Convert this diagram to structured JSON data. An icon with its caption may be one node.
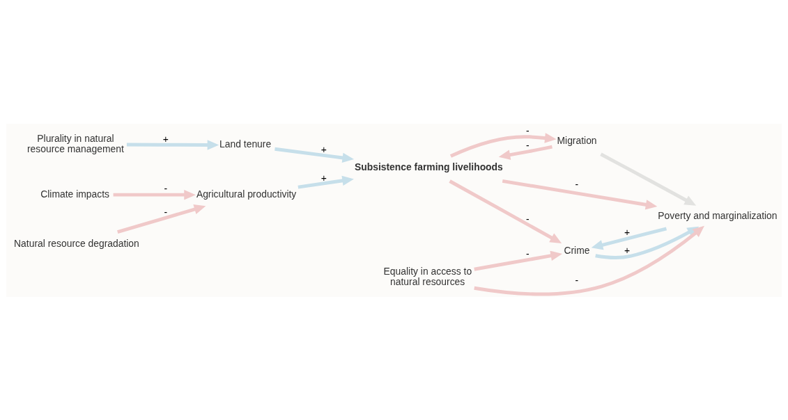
{
  "diagram": {
    "nodes": [
      {
        "text": [
          "Plurality in natural resource management"
        ]
      },
      {
        "text": [
          "Land tenure"
        ]
      },
      {
        "text": [
          "Subsistence farming livelihoods"
        ]
      },
      {
        "text": [
          "Crime"
        ]
      },
      {
        "text": [
          "Equality in access to natural resources"
        ]
      },
      {
        "text": [
          "Poverty and marginalization"
        ]
      },
      {
        "text": [
          "Climate impacts"
        ]
      },
      {
        "text": [
          "Agricultural productivity"
        ]
      },
      {
        "text": [
          "Natural resource degradation"
        ]
      },
      {
        "text": [
          "Migration"
        ]
      }
    ],
    "edges": [
      {
        "from": 0,
        "to": 1,
        "arrow": "to",
        "label": "+",
        "color": "#c6dfea"
      },
      {
        "from": 1,
        "to": 2,
        "arrow": "to",
        "label": "+",
        "color": "#c6dfea"
      },
      {
        "from": 6,
        "to": 7,
        "arrow": "to",
        "label": "-"
      },
      {
        "from": 8,
        "to": 7,
        "arrow": "to",
        "label": "-"
      },
      {
        "from": 7,
        "to": 2,
        "arrow": "to",
        "label": "+",
        "color": "#c6dfea"
      },
      {
        "from": 2,
        "to": 3,
        "arrow": "to",
        "label": "-"
      },
      {
        "from": 4,
        "to": 3,
        "arrow": "to",
        "label": "-"
      },
      {
        "from": 5,
        "to": 3,
        "arrow": "to",
        "label": "+",
        "color": "#c6dfea"
      },
      {
        "from": 3,
        "to": 5,
        "arrow": "to",
        "label": "+",
        "color": "#c6dfea"
      },
      {
        "from": 4,
        "to": 5,
        "arrow": "to",
        "label": "-"
      },
      {
        "from": 2,
        "to": 5,
        "arrow": "to",
        "label": "-"
      },
      {
        "from": 2,
        "to": 9,
        "arrow": "to",
        "label": "-"
      },
      {
        "from": 9,
        "to": 2,
        "arrow": "to",
        "label": "-"
      },
      {
        "from": 9,
        "to": 5,
        "arrow": "to",
        "color": "#e2e2e0"
      }
    ]
  }
}
